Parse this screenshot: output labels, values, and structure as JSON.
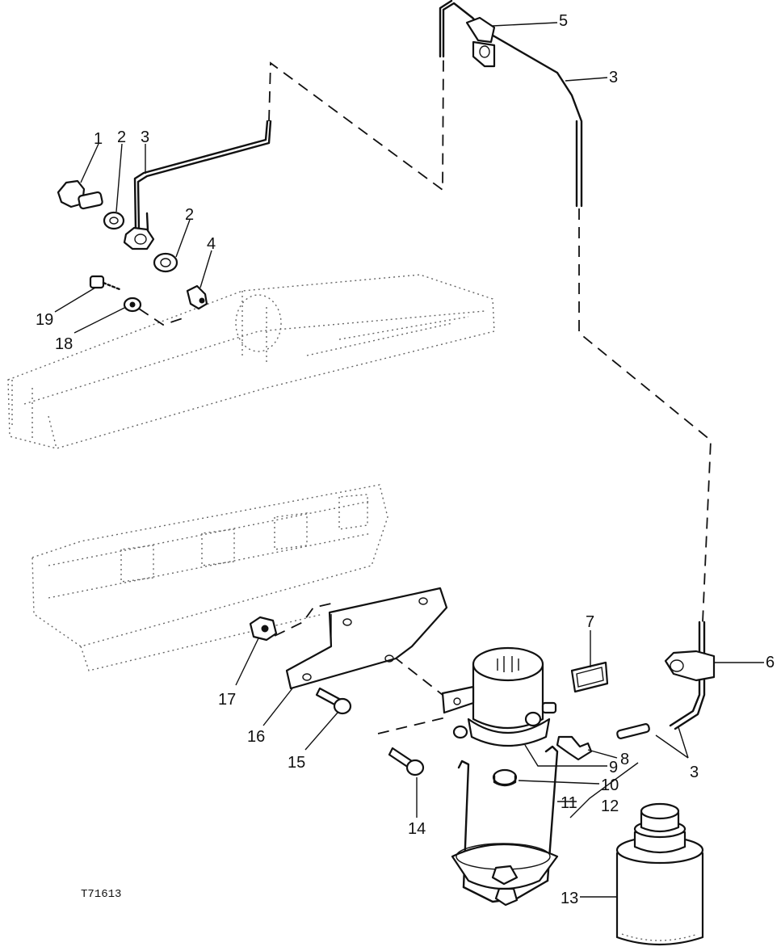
{
  "figure": {
    "id_label": "T71613"
  },
  "callouts": [
    {
      "key": "c1",
      "text": "1"
    },
    {
      "key": "c2a",
      "text": "2"
    },
    {
      "key": "c2b",
      "text": "2"
    },
    {
      "key": "c3a",
      "text": "3"
    },
    {
      "key": "c3b",
      "text": "3"
    },
    {
      "key": "c3c",
      "text": "3"
    },
    {
      "key": "c4",
      "text": "4"
    },
    {
      "key": "c5",
      "text": "5"
    },
    {
      "key": "c6",
      "text": "6"
    },
    {
      "key": "c7",
      "text": "7"
    },
    {
      "key": "c8",
      "text": "8"
    },
    {
      "key": "c9",
      "text": "9"
    },
    {
      "key": "c10",
      "text": "10"
    },
    {
      "key": "c11",
      "text": "11"
    },
    {
      "key": "c12",
      "text": "12"
    },
    {
      "key": "c13",
      "text": "13"
    },
    {
      "key": "c14",
      "text": "14"
    },
    {
      "key": "c15",
      "text": "15"
    },
    {
      "key": "c16",
      "text": "16"
    },
    {
      "key": "c17",
      "text": "17"
    },
    {
      "key": "c18",
      "text": "18"
    },
    {
      "key": "c19",
      "text": "19"
    }
  ]
}
